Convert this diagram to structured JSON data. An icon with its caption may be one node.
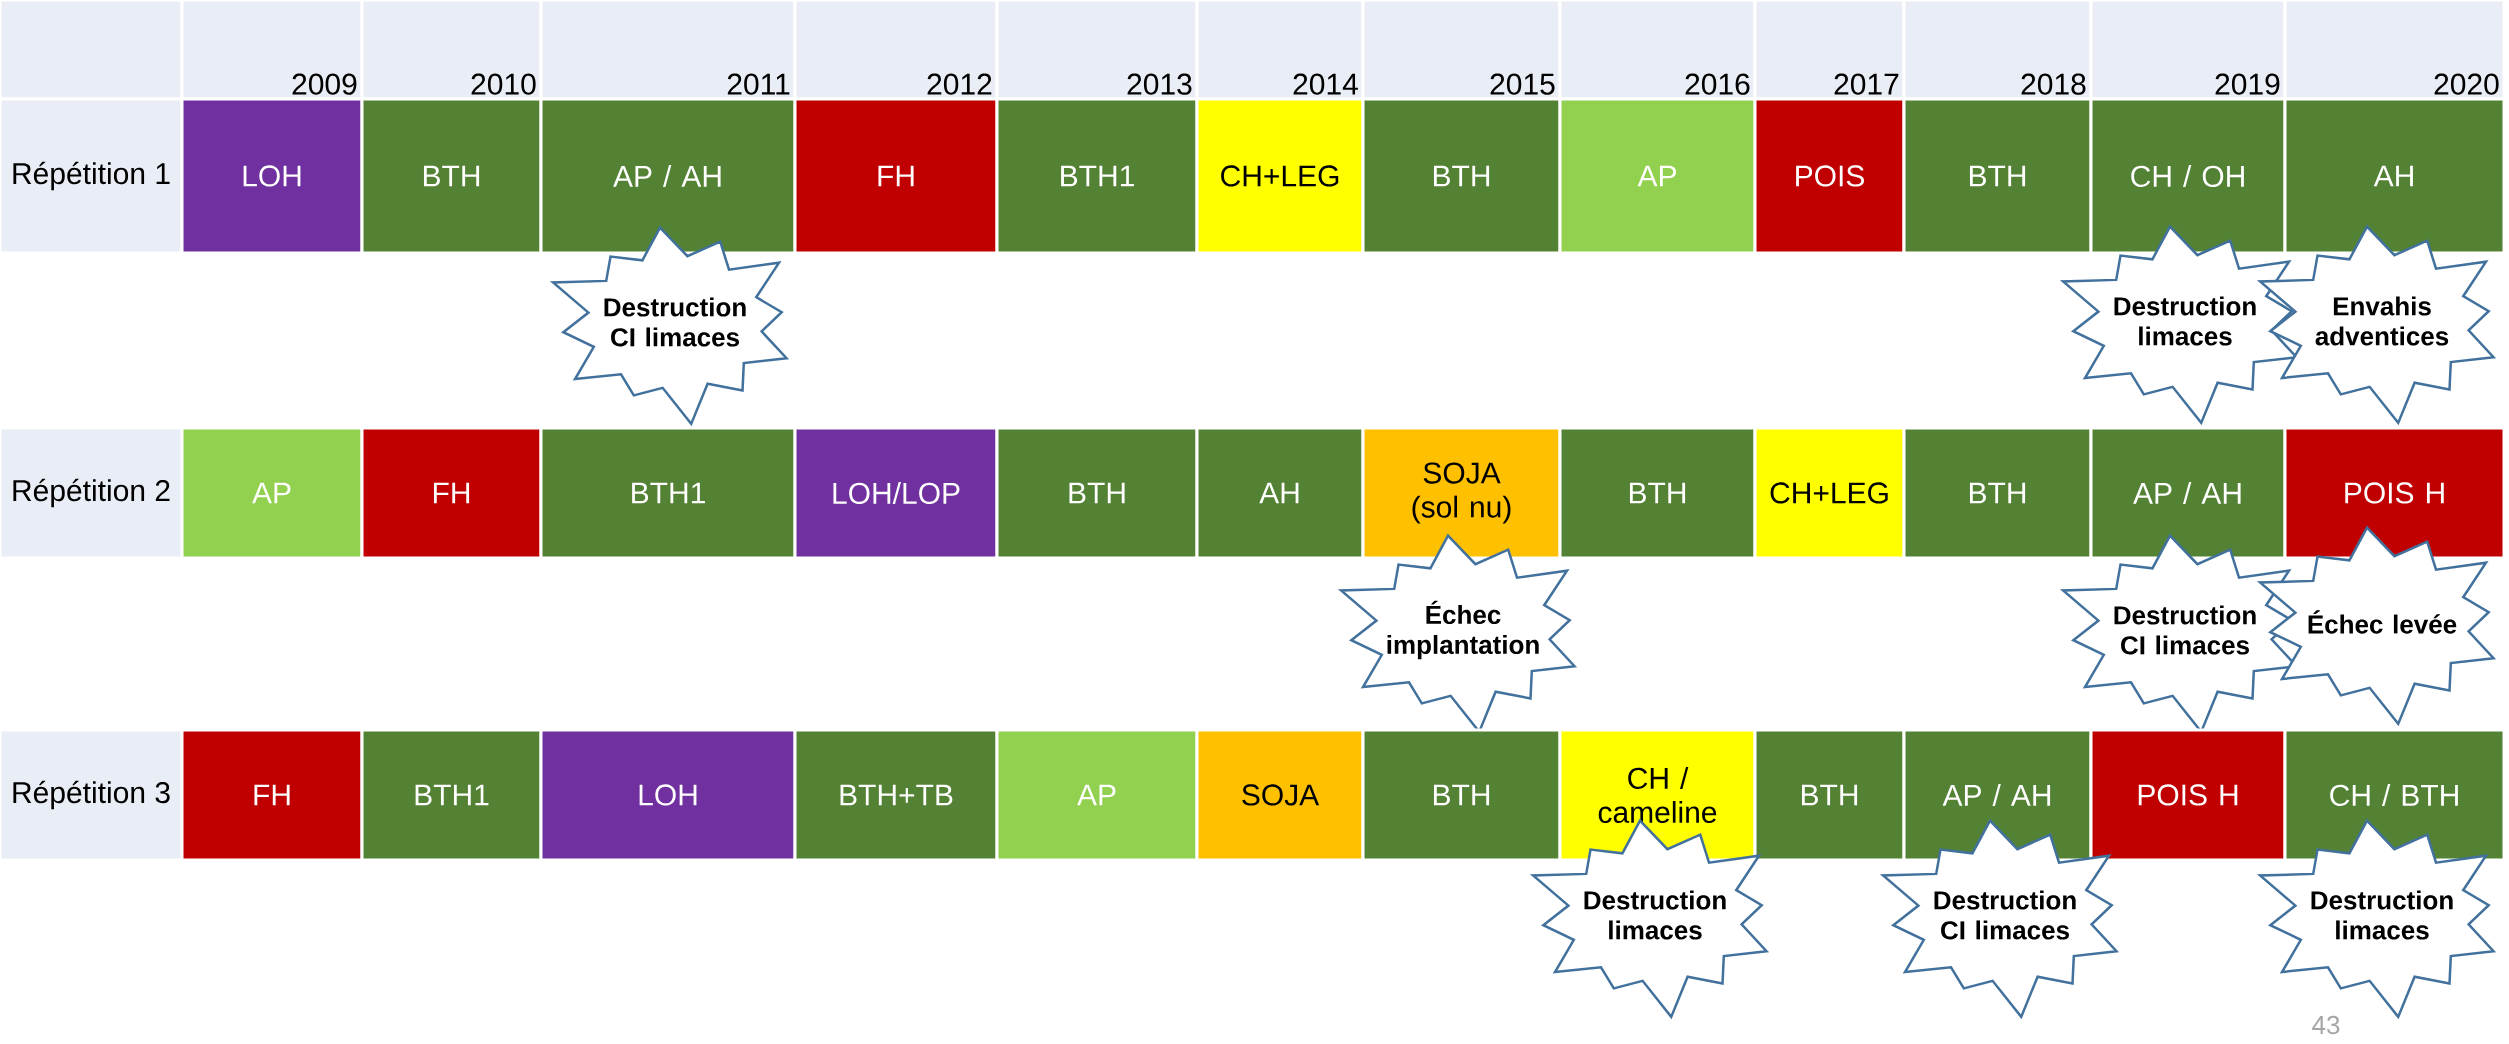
{
  "diagram": {
    "nodes": [
      {
        "text": [],
        "shape": "box"
      },
      {
        "text": [
          "2009"
        ]
      },
      {
        "text": [
          "2010"
        ]
      },
      {
        "text": [
          "2011"
        ]
      },
      {
        "text": [
          "2012"
        ]
      },
      {
        "text": [
          "2013"
        ]
      },
      {
        "text": [
          "2014"
        ]
      },
      {
        "text": [
          "2015"
        ]
      },
      {
        "text": [
          "2016"
        ]
      },
      {
        "text": [
          "2017"
        ]
      },
      {
        "text": [
          "2018"
        ]
      },
      {
        "text": [
          "2019"
        ]
      },
      {
        "text": [
          "2020"
        ]
      },
      {
        "text": [
          "Répétition 1"
        ]
      },
      {
        "text": [
          "LOH"
        ]
      },
      {
        "text": [
          "BTH"
        ]
      },
      {
        "text": [
          "AP / AH"
        ]
      },
      {
        "text": [
          "FH"
        ]
      },
      {
        "text": [
          "BTH1"
        ]
      },
      {
        "text": [
          "CH+LEG"
        ]
      },
      {
        "text": [
          "BTH"
        ]
      },
      {
        "text": [
          "AP"
        ]
      },
      {
        "text": [
          "POIS"
        ]
      },
      {
        "text": [
          "BTH"
        ]
      },
      {
        "text": [
          "CH / OH"
        ]
      },
      {
        "text": [
          "AH"
        ]
      },
      {
        "text": [
          "Destruction CI limaces"
        ]
      },
      {
        "text": [
          "Destruction limaces"
        ]
      },
      {
        "text": [
          "Envahis adventices"
        ]
      },
      {
        "text": [
          "Répétition 2"
        ]
      },
      {
        "text": [
          "AP"
        ]
      },
      {
        "text": [
          "FH"
        ]
      },
      {
        "text": [
          "BTH1"
        ]
      },
      {
        "text": [
          "LOH/LOP"
        ]
      },
      {
        "text": [
          "BTH"
        ]
      },
      {
        "text": [
          "AH"
        ]
      },
      {
        "text": [
          "SOJA (sol nu)"
        ]
      },
      {
        "text": [
          "BTH"
        ]
      },
      {
        "text": [
          "CH+LEG"
        ]
      },
      {
        "text": [
          "BTH"
        ]
      },
      {
        "text": [
          "AP / AH"
        ]
      },
      {
        "text": [
          "POIS H"
        ]
      },
      {
        "text": [
          "Échec implantation"
        ]
      },
      {
        "text": [
          "Destruction CI limaces"
        ]
      },
      {
        "text": [
          "Échec levée"
        ]
      },
      {
        "text": [
          "Répétition 3"
        ]
      },
      {
        "text": [
          "FH"
        ]
      },
      {
        "text": [
          "BTH1"
        ]
      },
      {
        "text": [
          "LOH"
        ]
      },
      {
        "text": [
          "BTH+TB"
        ]
      },
      {
        "text": [
          "AP"
        ]
      },
      {
        "text": [
          "SOJA"
        ]
      },
      {
        "text": [
          "BTH"
        ]
      },
      {
        "text": [
          "CH / cameline"
        ]
      },
      {
        "text": [
          "BTH"
        ]
      },
      {
        "text": [
          "AP / AH"
        ]
      },
      {
        "text": [
          "POIS H"
        ]
      },
      {
        "text": [
          "CH / BTH"
        ]
      },
      {
        "text": [
          "Destruction limaces"
        ]
      },
      {
        "text": [
          "Destruction CI limaces"
        ]
      },
      {
        "text": [
          "Destruction limaces"
        ]
      }
    ],
    "labels": [
      "43"
    ]
  }
}
